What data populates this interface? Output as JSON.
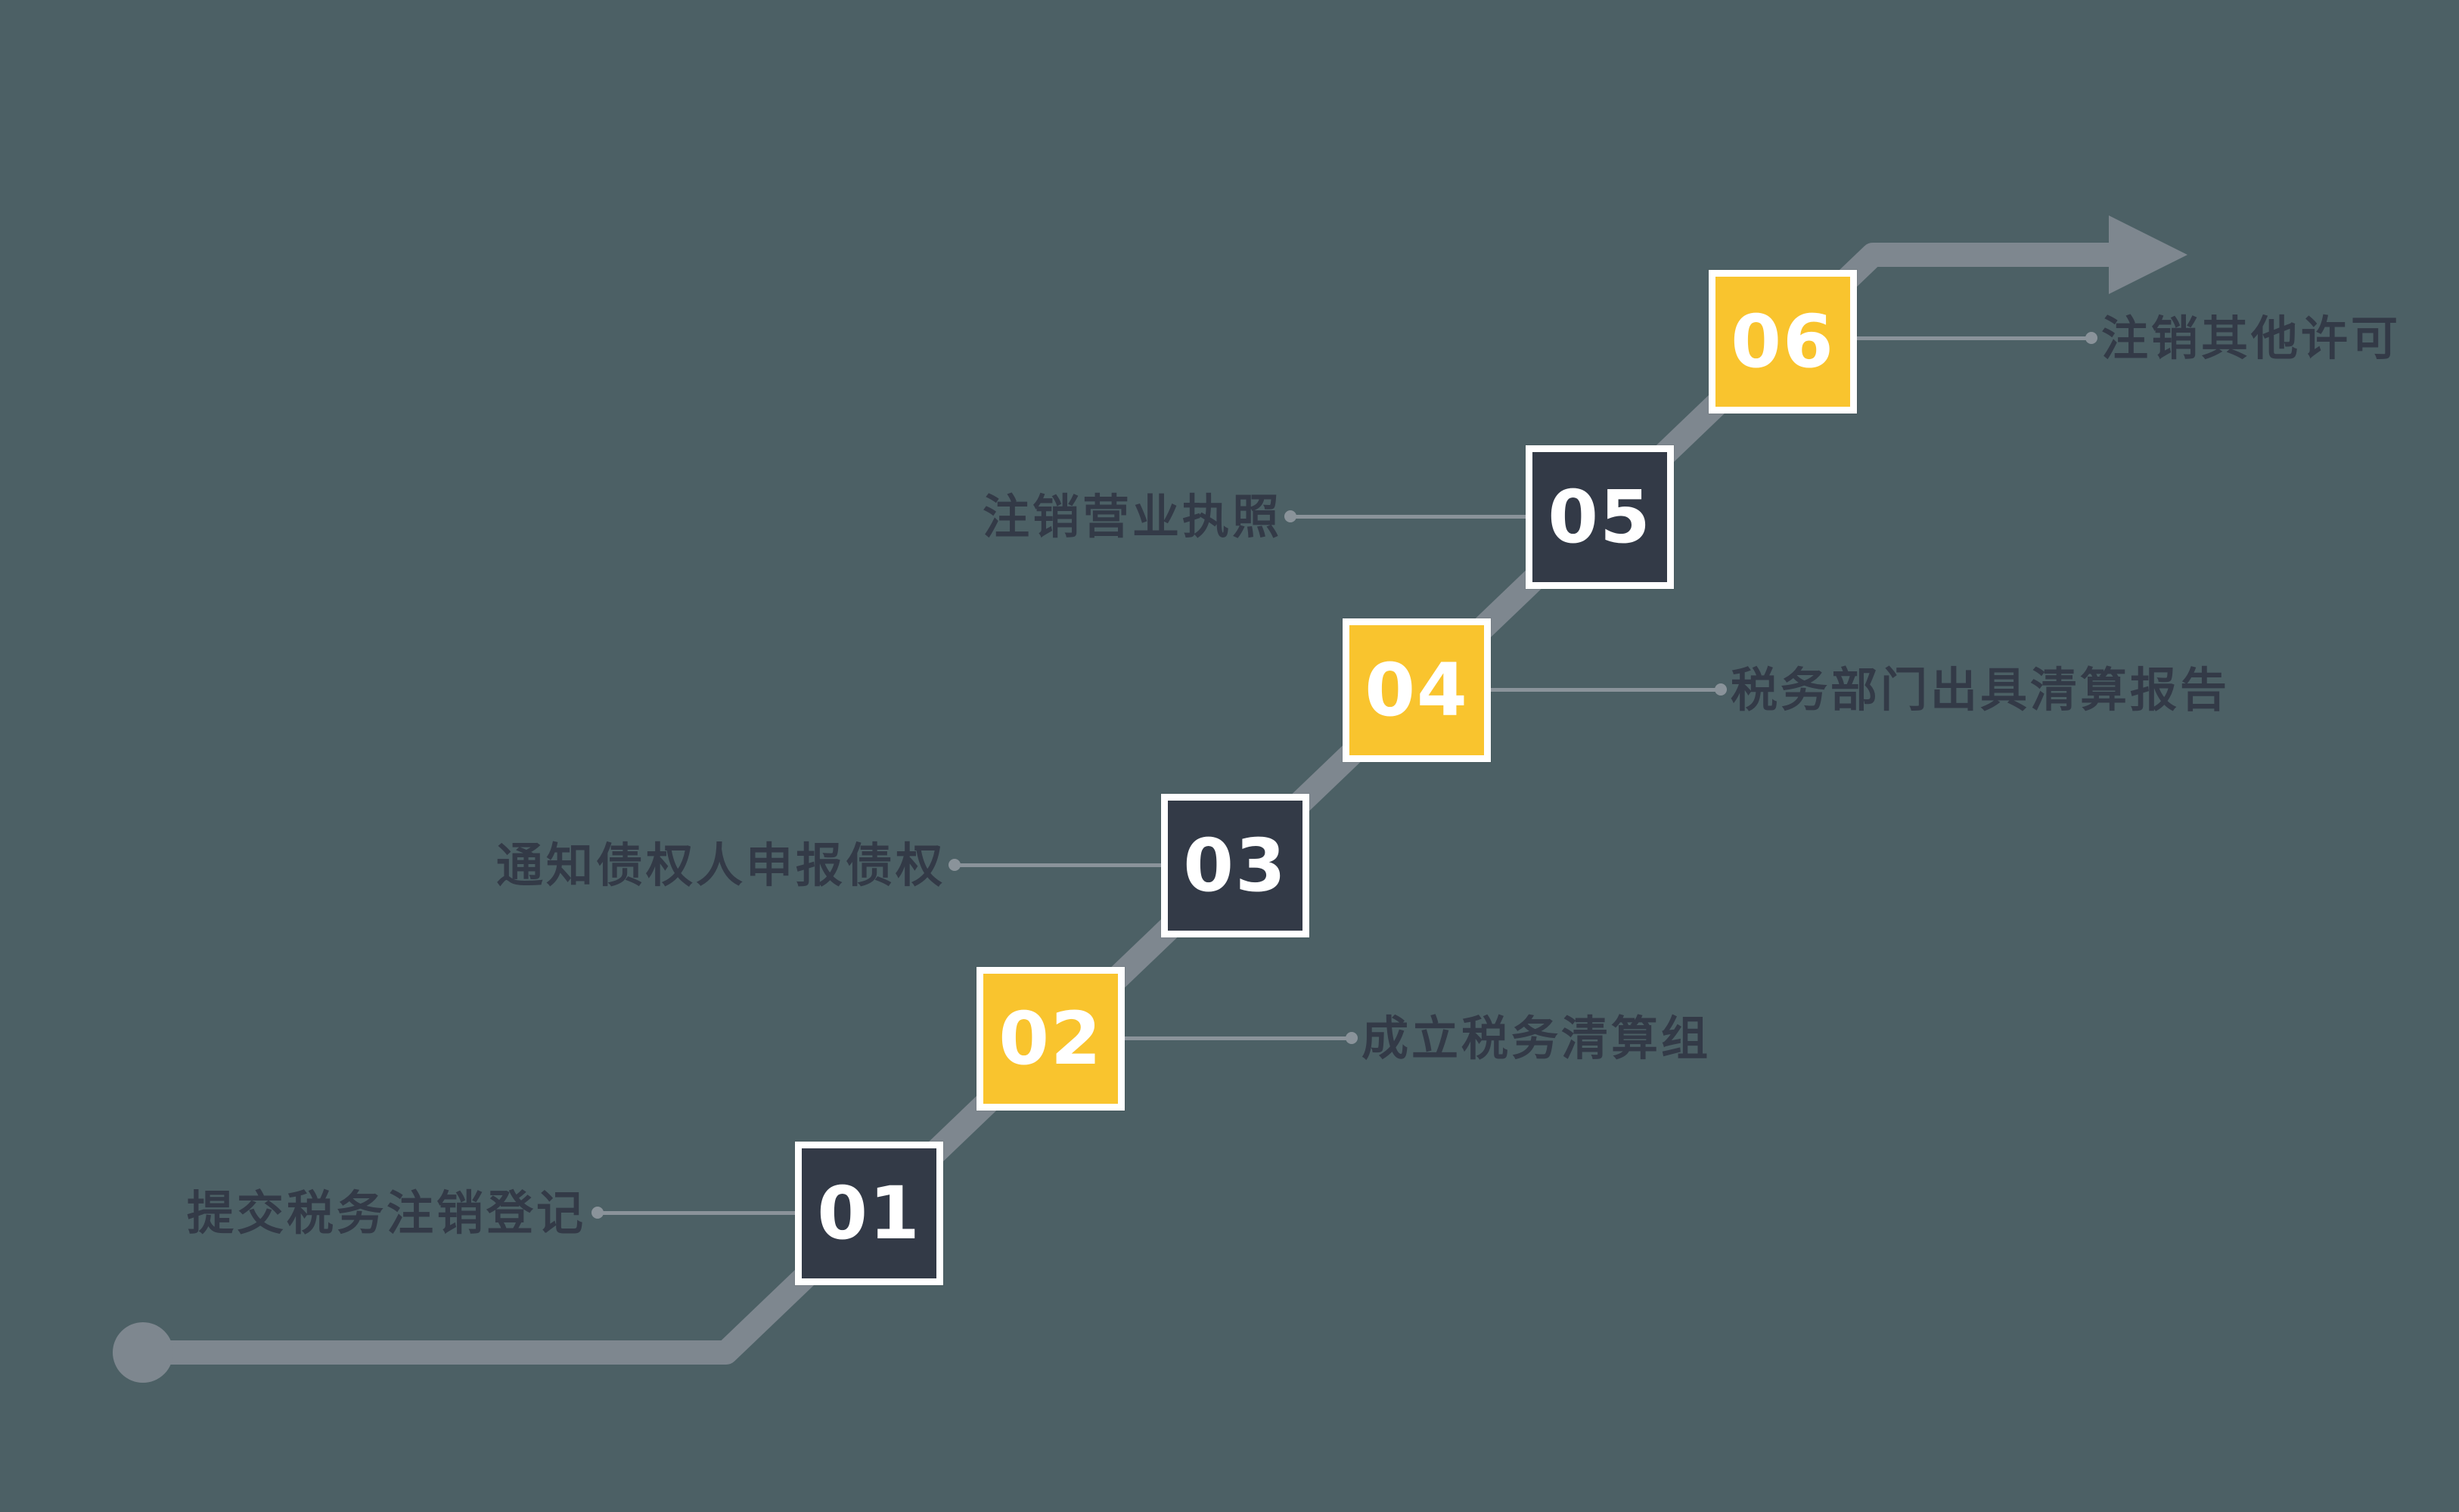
{
  "diagram": {
    "type": "staircase-process-flow",
    "description": "六步注销流程阶梯图",
    "direction": "bottom-left to top-right with arrow"
  },
  "colors": {
    "background": "#4c6065",
    "box_dark": "#333a47",
    "box_yellow": "#f9c42e",
    "path_gray": "#7e878f",
    "connector_gray": "#8a939a",
    "label_text": "#333a47",
    "number_text": "#ffffff",
    "box_border": "#ffffff"
  },
  "steps": [
    {
      "number": "01",
      "label": "提交税务注销登记",
      "variant": "dark",
      "side": "left"
    },
    {
      "number": "02",
      "label": "成立税务清算组",
      "variant": "yellow",
      "side": "right"
    },
    {
      "number": "03",
      "label": "通知债权人申报债权",
      "variant": "dark",
      "side": "left"
    },
    {
      "number": "04",
      "label": "税务部门出具清算报告",
      "variant": "yellow",
      "side": "right"
    },
    {
      "number": "05",
      "label": "注销营业执照",
      "variant": "dark",
      "side": "left"
    },
    {
      "number": "06",
      "label": "注销其他许可",
      "variant": "yellow",
      "side": "right"
    }
  ],
  "icons": {
    "start_dot": "circle",
    "arrow_head": "right-arrow"
  }
}
